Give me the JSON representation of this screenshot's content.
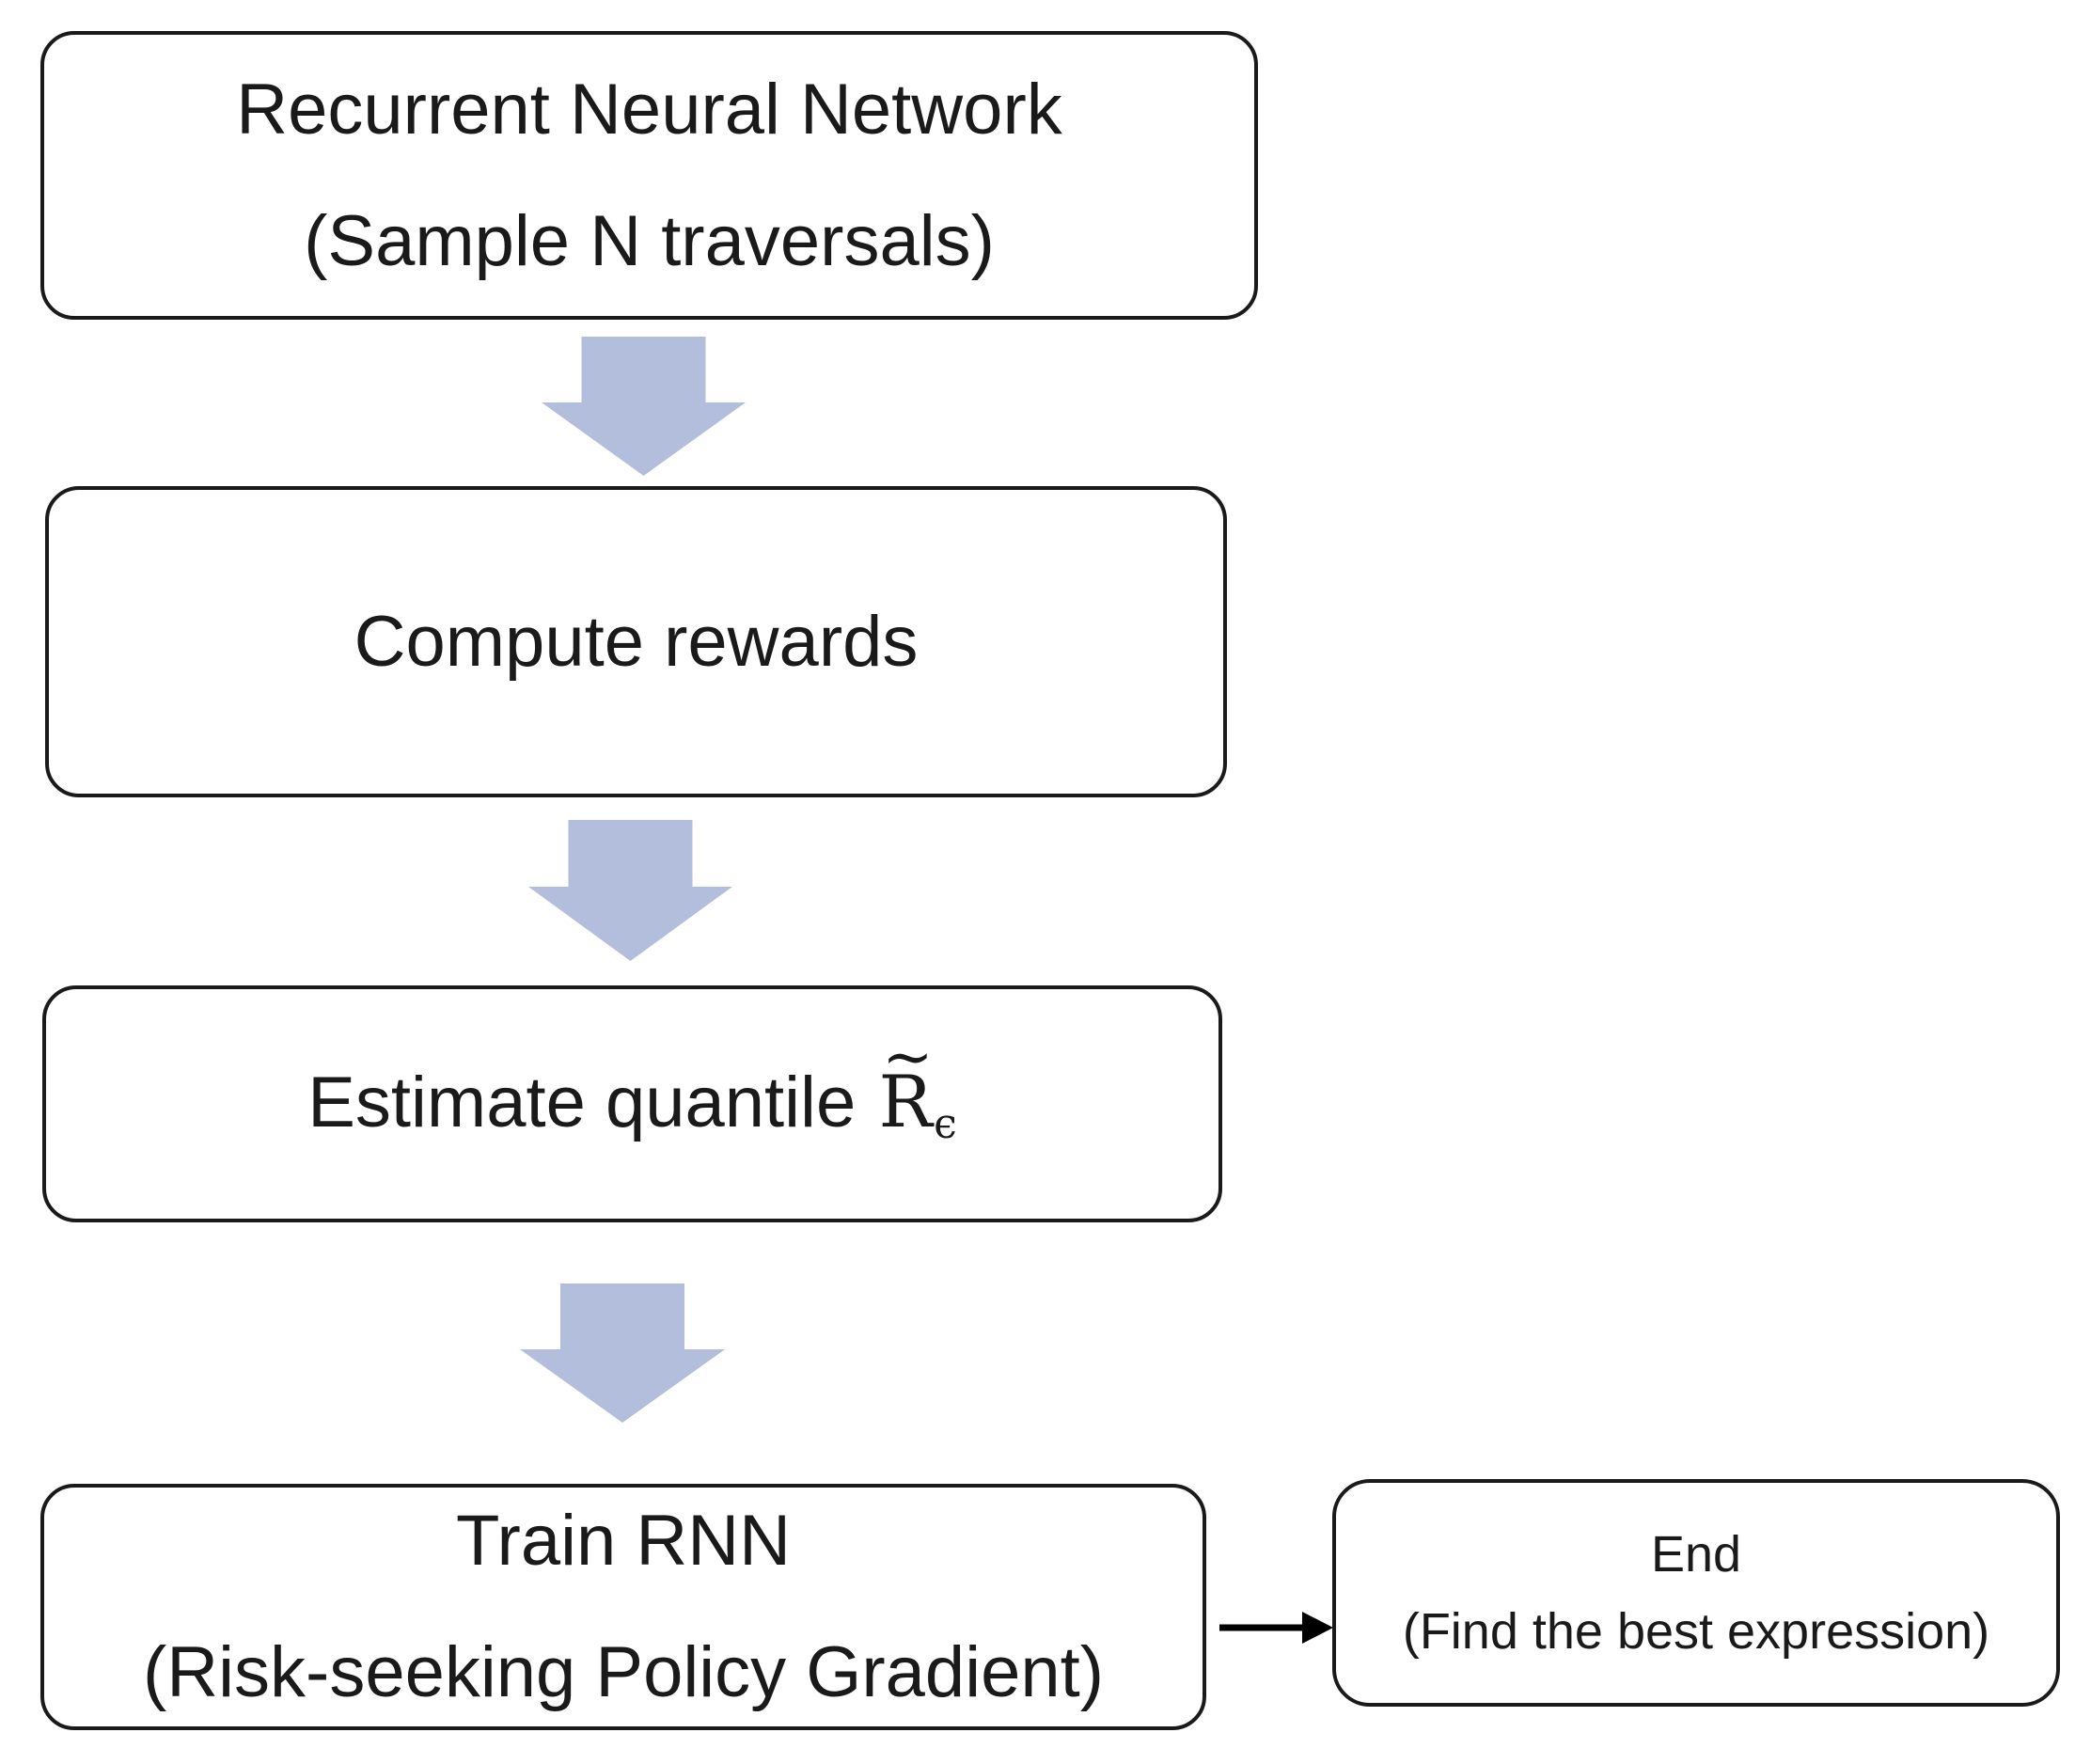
{
  "colors": {
    "background": "#ffffff",
    "box_border": "#1a1a1a",
    "text": "#1a1a1a",
    "block_arrow_fill": "#b2bedc",
    "connector": "#000000"
  },
  "nodes": {
    "rnn": {
      "line1": "Recurrent Neural Network",
      "line2": "(Sample N traversals)"
    },
    "compute_rewards": {
      "line1": "Compute rewards"
    },
    "estimate_quantile": {
      "prefix": "Estimate quantile",
      "symbol_base": "R",
      "symbol_tilde": "~",
      "symbol_subscript": "ϵ"
    },
    "train_rnn": {
      "line1": "Train RNN",
      "line2": "(Risk-seeking Policy Gradient)"
    },
    "end": {
      "line1": "End",
      "line2": "(Find the best expression)"
    }
  }
}
